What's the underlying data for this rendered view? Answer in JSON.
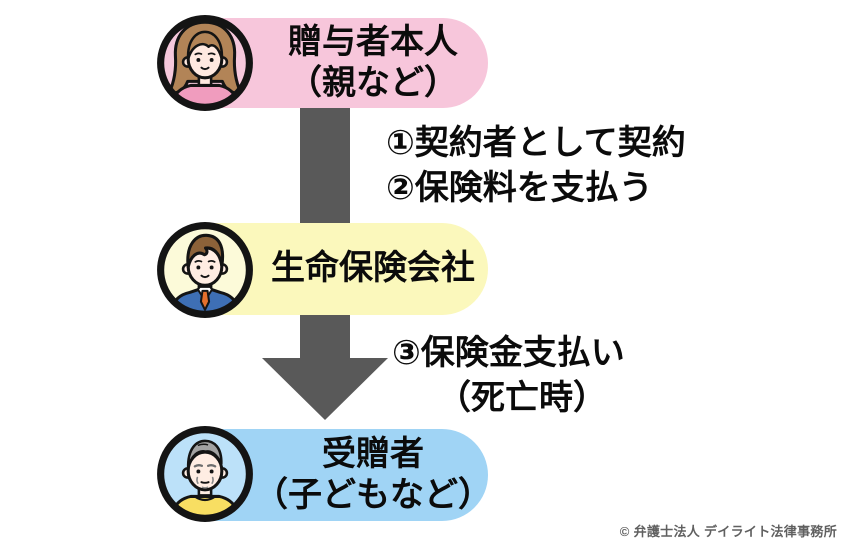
{
  "palette": {
    "background": "#ffffff",
    "arrow": "#595959",
    "text": "#0b0b0b",
    "copyright": "#606060"
  },
  "boxes": [
    {
      "id": "donor",
      "lines": [
        "贈与者本人",
        "（親など）"
      ],
      "color": "#F7C6DB",
      "avatar": "woman"
    },
    {
      "id": "insurer",
      "lines": [
        "生命保険会社"
      ],
      "color": "#FBF8BC",
      "avatar": "businessman"
    },
    {
      "id": "recipient",
      "lines": [
        "受贈者",
        "（子どもなど）"
      ],
      "color": "#A0D4F5",
      "avatar": "elderly-man"
    }
  ],
  "arrows": [
    {
      "id": "steps-1-2",
      "lines": [
        "①契約者として契約",
        "②保険料を支払う"
      ]
    },
    {
      "id": "step-3",
      "lines": [
        "③保険金支払い",
        "（死亡時）"
      ]
    }
  ],
  "footer": {
    "copyright": "© 弁護士法人 デイライト法律事務所"
  }
}
